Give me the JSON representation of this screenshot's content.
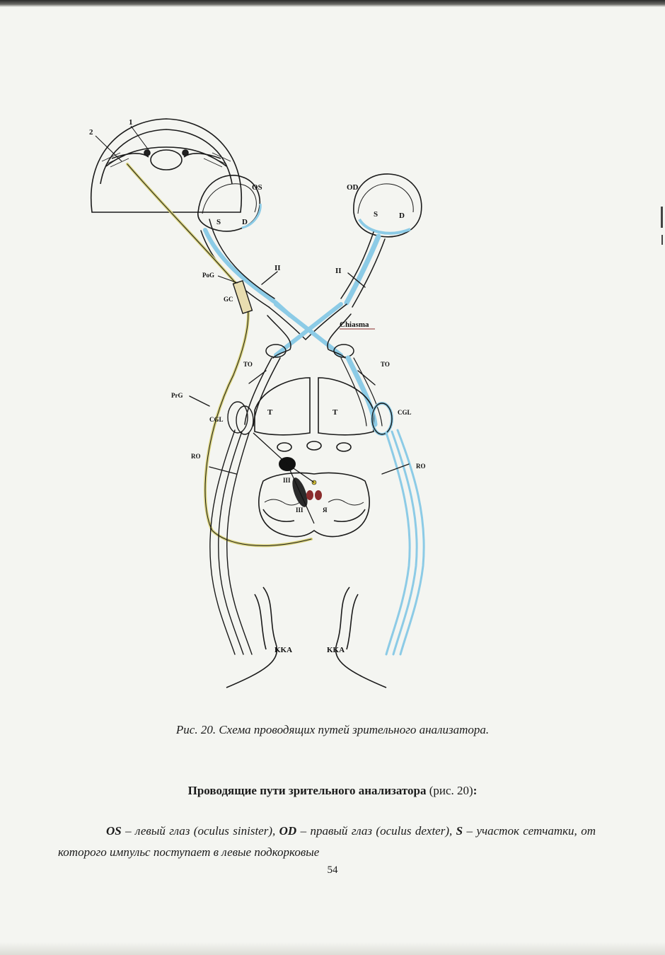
{
  "figure": {
    "labels": {
      "n1": "1",
      "n2": "2",
      "os": "OS",
      "od": "OD",
      "s_left": "S",
      "d_left": "D",
      "s_right": "S",
      "d_right": "D",
      "ii_left": "II",
      "ii_right": "II",
      "pog": "PoG",
      "gc": "GC",
      "chiasma": "Chiasma",
      "to_left": "TO",
      "to_right": "TO",
      "prg": "PrG",
      "t_left": "T",
      "t_right": "T",
      "cgl_left": "CGL",
      "cgl_right": "CGL",
      "ro_left": "RO",
      "ro_right": "RO",
      "iii_top": "III",
      "iii_bottom": "III",
      "ya": "Я",
      "kka_left": "KKA",
      "kka_right": "KKA"
    },
    "colors": {
      "right_path": "#8ccbe6",
      "yellow_path": "#d9d27a",
      "red_nuclei": "#8a2c2c",
      "yellow_nucleus": "#d8c43a"
    }
  },
  "caption": "Рис. 20. Схема проводящих путей зрительного анализатора.",
  "heading": {
    "bold": "Проводящие пути зрительного анализатора",
    "normal": " (рис. 20)",
    "colon": ":"
  },
  "paragraph": {
    "os_term": "OS",
    "os_text": " – левый глаз (oculus sinister), ",
    "od_term": "OD",
    "od_text": " – правый глаз (oculus dexter), ",
    "s_term": "S",
    "s_text": " – участок сетчатки, от которого импульс поступает в левые подкорковые"
  },
  "page_number": "54"
}
